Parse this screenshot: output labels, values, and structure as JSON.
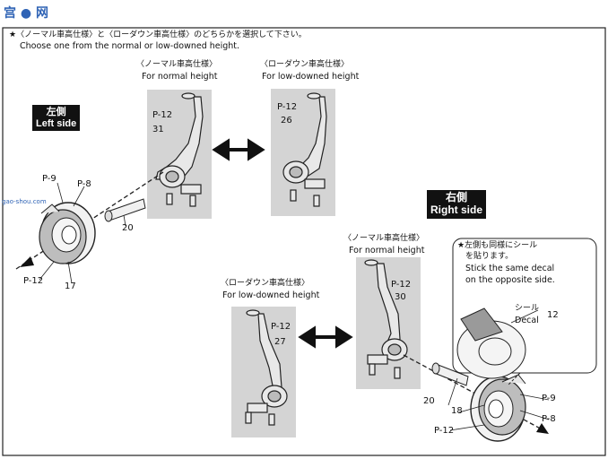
{
  "watermark": {
    "logo": "宫 ● 网",
    "url": "gao-shou.com"
  },
  "header": {
    "jp": "★〈ノーマル車高仕様〉と〈ローダウン車高仕様〉のどちらかを選択して下さい。",
    "en": "Choose one from the normal or low-downed height."
  },
  "left": {
    "side_jp": "左側",
    "side_en": "Left side",
    "normal_jp": "〈ノーマル車高仕様〉",
    "normal_en": "For normal height",
    "low_jp": "〈ローダウン車高仕様〉",
    "low_en": "For low-downed height",
    "part_normal": "31",
    "part_low": "26",
    "part_shaft": "20",
    "part_drum": "17",
    "p12": "P-12",
    "p9": "P-9",
    "p8": "P-8",
    "p12b": "P-12",
    "p12c": "P-12"
  },
  "right": {
    "side_jp": "右側",
    "side_en": "Right side",
    "normal_jp": "〈ノーマル車高仕様〉",
    "normal_en": "For normal height",
    "low_jp": "〈ローダウン車高仕様〉",
    "low_en": "For low-downed height",
    "part_normal": "30",
    "part_low": "27",
    "part_shaft": "20",
    "part_ring": "18",
    "p12a": "P-12",
    "p12b": "P-12",
    "p9": "P-9",
    "p8": "P-8",
    "p12c": "P-12",
    "note_jp1": "★左側も同様にシール",
    "note_jp2": "を貼ります。",
    "note_en1": "Stick the same decal",
    "note_en2": "on the opposite side.",
    "decal_jp": "シール",
    "decal_en": "Decal",
    "decal_num": "12"
  }
}
